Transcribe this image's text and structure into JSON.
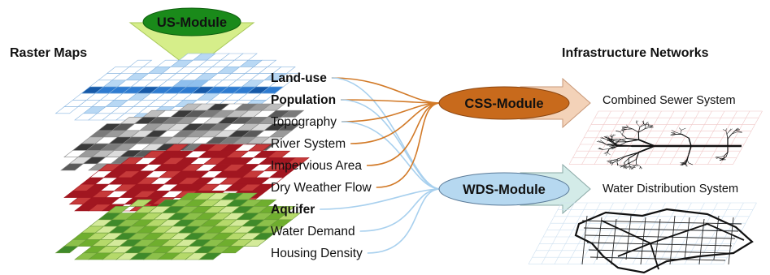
{
  "headers": {
    "left": "Raster Maps",
    "right": "Infrastructure Networks"
  },
  "modules": {
    "us": "US-Module",
    "css": "CSS-Module",
    "wds": "WDS-Module"
  },
  "systems": {
    "css": "Combined Sewer System",
    "wds": "Water Distribution System"
  },
  "layers": [
    {
      "label": "Land-use",
      "bold": true,
      "css": true,
      "wds": true
    },
    {
      "label": "Population",
      "bold": true,
      "css": true,
      "wds": true
    },
    {
      "label": "Topography",
      "bold": false,
      "css": true,
      "wds": true
    },
    {
      "label": "River System",
      "bold": false,
      "css": true,
      "wds": false
    },
    {
      "label": "Impervious Area",
      "bold": false,
      "css": true,
      "wds": false
    },
    {
      "label": "Dry Weather Flow",
      "bold": false,
      "css": true,
      "wds": false
    },
    {
      "label": "Aquifer",
      "bold": true,
      "css": false,
      "wds": true
    },
    {
      "label": "Water Demand",
      "bold": false,
      "css": false,
      "wds": true
    },
    {
      "label": "Housing Density",
      "bold": false,
      "css": false,
      "wds": true
    }
  ],
  "colors": {
    "us_module": "#1a8a1a",
    "us_arrow": "#d6ee8a",
    "css_module": "#c86a1c",
    "css_connector": "#d27a28",
    "css_arrow": "#f3d2b8",
    "wds_module": "#b6d8f0",
    "wds_connector": "#a8d0ee",
    "wds_arrow": "#d3ebe8",
    "raster_blue": "#2e7bd0",
    "raster_gray": "#4a4a4a",
    "raster_red": "#a11620",
    "raster_green": "#6fae2e"
  }
}
